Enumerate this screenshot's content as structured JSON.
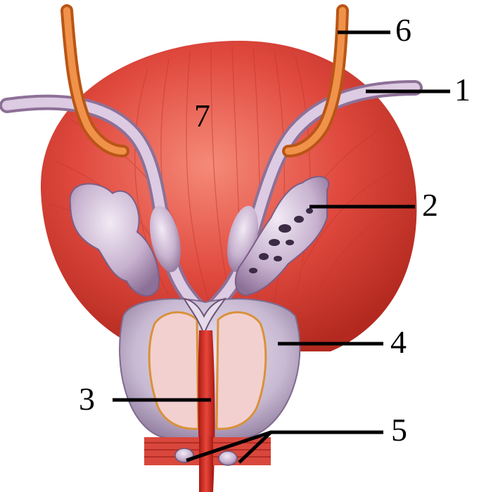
{
  "labels": {
    "l1": "1",
    "l2": "2",
    "l3": "3",
    "l4": "4",
    "l5": "5",
    "l6": "6",
    "l7": "7"
  },
  "colors": {
    "bladder": "#e0493e",
    "bladder_dark": "#b52d25",
    "bladder_light": "#f07a6c",
    "duct": "#d8c3dc",
    "duct_dark": "#9c7fa6",
    "ureter": "#e07a2a",
    "ureter_light": "#f5a45a",
    "prostate": "#cfc3d6",
    "prostate_inner": "#efc9c9",
    "urethra": "#d8281e",
    "leader": "#000000"
  }
}
